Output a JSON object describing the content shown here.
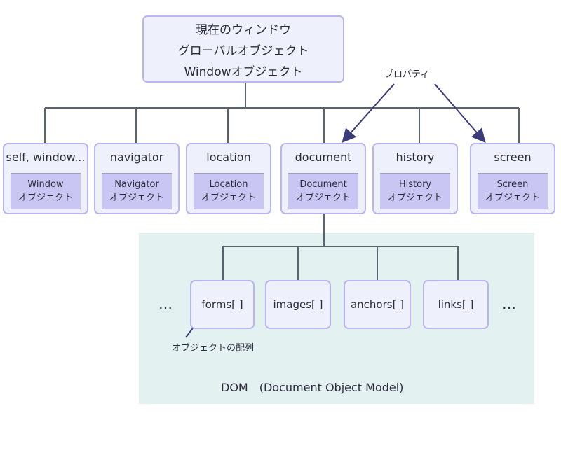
{
  "root": {
    "lines": [
      "現在のウィンドウ",
      "グローバルオブジェクト",
      "Windowオブジェクト"
    ]
  },
  "properties_label": "プロパティ",
  "children": [
    {
      "name": "self, window...",
      "line1": "Window",
      "line2": "オブジェクト"
    },
    {
      "name": "navigator",
      "line1": "Navigator",
      "line2": "オブジェクト"
    },
    {
      "name": "location",
      "line1": "Location",
      "line2": "オブジェクト"
    },
    {
      "name": "document",
      "line1": "Document",
      "line2": "オブジェクト"
    },
    {
      "name": "history",
      "line1": "History",
      "line2": "オブジェクト"
    },
    {
      "name": "screen",
      "line1": "Screen",
      "line2": "オブジェクト"
    }
  ],
  "arrays": [
    "forms[ ]",
    "images[ ]",
    "anchors[ ]",
    "links[ ]"
  ],
  "ellipsis_left": "…",
  "ellipsis_right": "…",
  "array_note": "オブジェクトの配列",
  "dom_label": "DOM　(Document Object Model)",
  "colors": {
    "box_fill": "#eef1fb",
    "box_border": "#b9b6ee",
    "inner_fill": "#cac6f4",
    "dom_area": "#e4f1f1",
    "connector": "#5a6470",
    "arrow": "#3b3b7a"
  }
}
